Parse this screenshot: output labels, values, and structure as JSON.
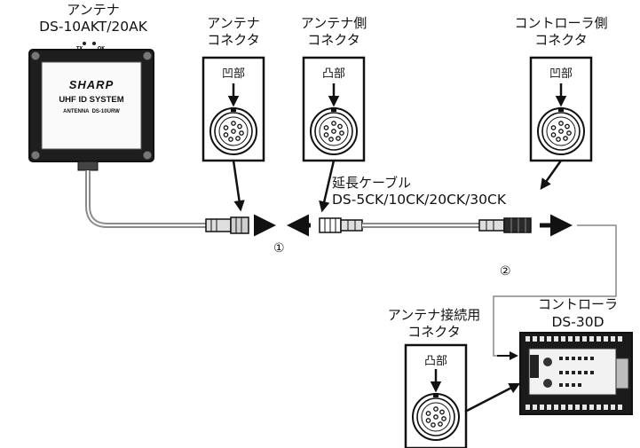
{
  "antenna": {
    "title_line1": "アンテナ",
    "title_line2": "DS-10AKT/20AK",
    "brand": "SHARP",
    "system": "UHF ID SYSTEM",
    "model": "ANTENNA  DS-10URW",
    "led_labels": [
      "TX",
      "OK"
    ]
  },
  "antenna_connector": {
    "label_line1": "アンテナ",
    "label_line2": "コネクタ",
    "type": "凹部"
  },
  "antenna_side_connector": {
    "label_line1": "アンテナ側",
    "label_line2": "コネクタ",
    "type": "凸部"
  },
  "controller_side_connector": {
    "label_line1": "コントローラ側",
    "label_line2": "コネクタ",
    "type": "凹部"
  },
  "extension_cable": {
    "label_line1": "延長ケーブル",
    "label_line2": "DS-5CK/10CK/20CK/30CK"
  },
  "antenna_connection_connector": {
    "label_line1": "アンテナ接続用",
    "label_line2": "コネクタ",
    "type": "凸部"
  },
  "controller": {
    "label_line1": "コントローラ",
    "label_line2": "DS-30D"
  },
  "steps": {
    "step1": "①",
    "step2": "②"
  },
  "colors": {
    "line": "#111111",
    "device_fill": "#1a1a1a",
    "connector_gray": "#d9d9d9",
    "cable_gray": "#888888"
  }
}
